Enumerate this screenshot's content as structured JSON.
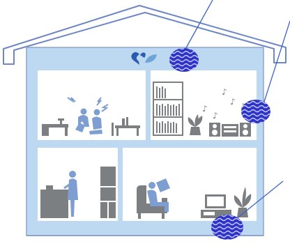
{
  "diagram": {
    "colors": {
      "roof_line": "#6d87c4",
      "wall_fill": "#bcd9f1",
      "wall_outline": "#8fa3cf",
      "room_fill": "#ffffff",
      "silhouette": "#7b7f82",
      "person": "#7e9ed2",
      "heart": "#2a5db0",
      "leaf": "#6fa4d8",
      "sensor_fill": "#2f34c9",
      "sensor_wave": "#c9ccff",
      "leader_line": "#3a63c9"
    },
    "sensors": [
      {
        "id": "attic-sensor",
        "location": "attic"
      },
      {
        "id": "upper-right-room-sensor",
        "location": "upper-right-room"
      },
      {
        "id": "ground-floor-sensor",
        "location": "ground-floor"
      }
    ],
    "icons": [
      "heart-icon",
      "leaf-icon",
      "music-note-icon",
      "potted-plant-icon",
      "speaker-icon",
      "bookshelf-icon",
      "refrigerator-icon",
      "television-icon",
      "armchair-icon",
      "kitchen-counter-icon",
      "desk-icon",
      "table-icon"
    ]
  }
}
